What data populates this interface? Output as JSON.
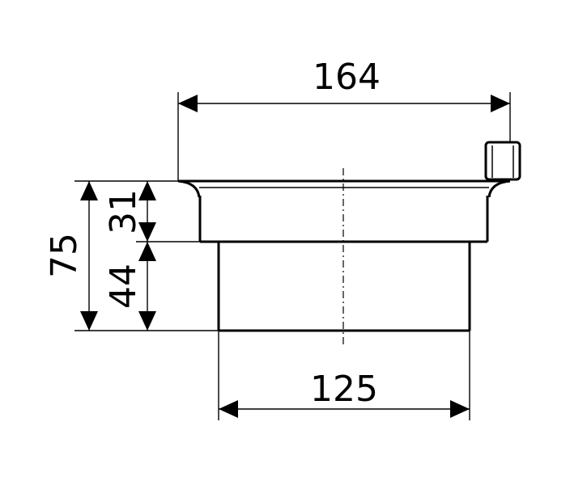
{
  "diagram": {
    "dimensions": {
      "top_width": "164",
      "bottom_width": "125",
      "total_height": "75",
      "upper_height": "31",
      "lower_height": "44"
    }
  }
}
